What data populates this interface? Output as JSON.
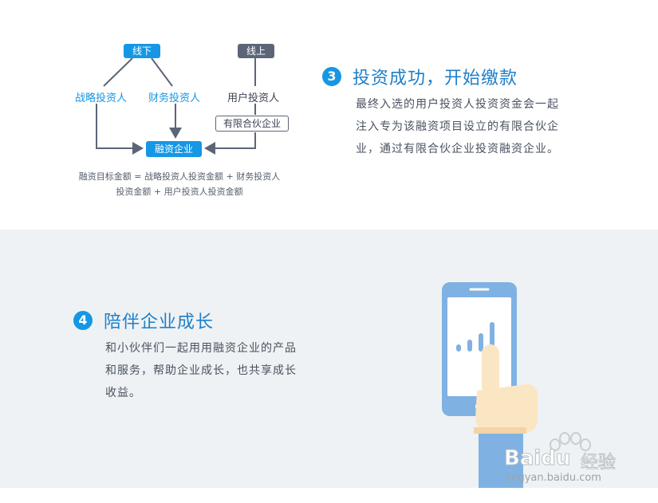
{
  "diagram": {
    "offline_label": "线下",
    "online_label": "线上",
    "strategic_investor": "战略投资人",
    "financial_investor": "财务投资人",
    "user_investor": "用户投资人",
    "limited_partnership": "有限合伙企业",
    "financing_company": "融资企业",
    "formula_line1": "融资目标金额 = 战略投资人投资金额 + 财务投资人",
    "formula_line2": "投资金额 + 用户投资人投资金额"
  },
  "step3": {
    "number": "3",
    "title": "投资成功，开始缴款",
    "desc_lines": [
      "最终入选的用户投资人投资资金会一起",
      "注入专为该融资项目设立的有限合伙企",
      "业，通过有限合伙企业投资融资企业。"
    ]
  },
  "step4": {
    "number": "4",
    "title": "陪伴企业成长",
    "desc_lines": [
      "和小伙伴们一起用用融资企业的产品",
      "和服务，帮助企业成长，也共享成长",
      "收益。"
    ]
  },
  "watermark": {
    "brand": "Baidu",
    "suffix": "经验",
    "url": "jingyan.baidu.com"
  },
  "colors": {
    "accent": "#1597e5",
    "dark": "#5c6578",
    "panel": "#eef2f4",
    "phone": "#7fb2e3",
    "finger": "#fbe6c4"
  }
}
